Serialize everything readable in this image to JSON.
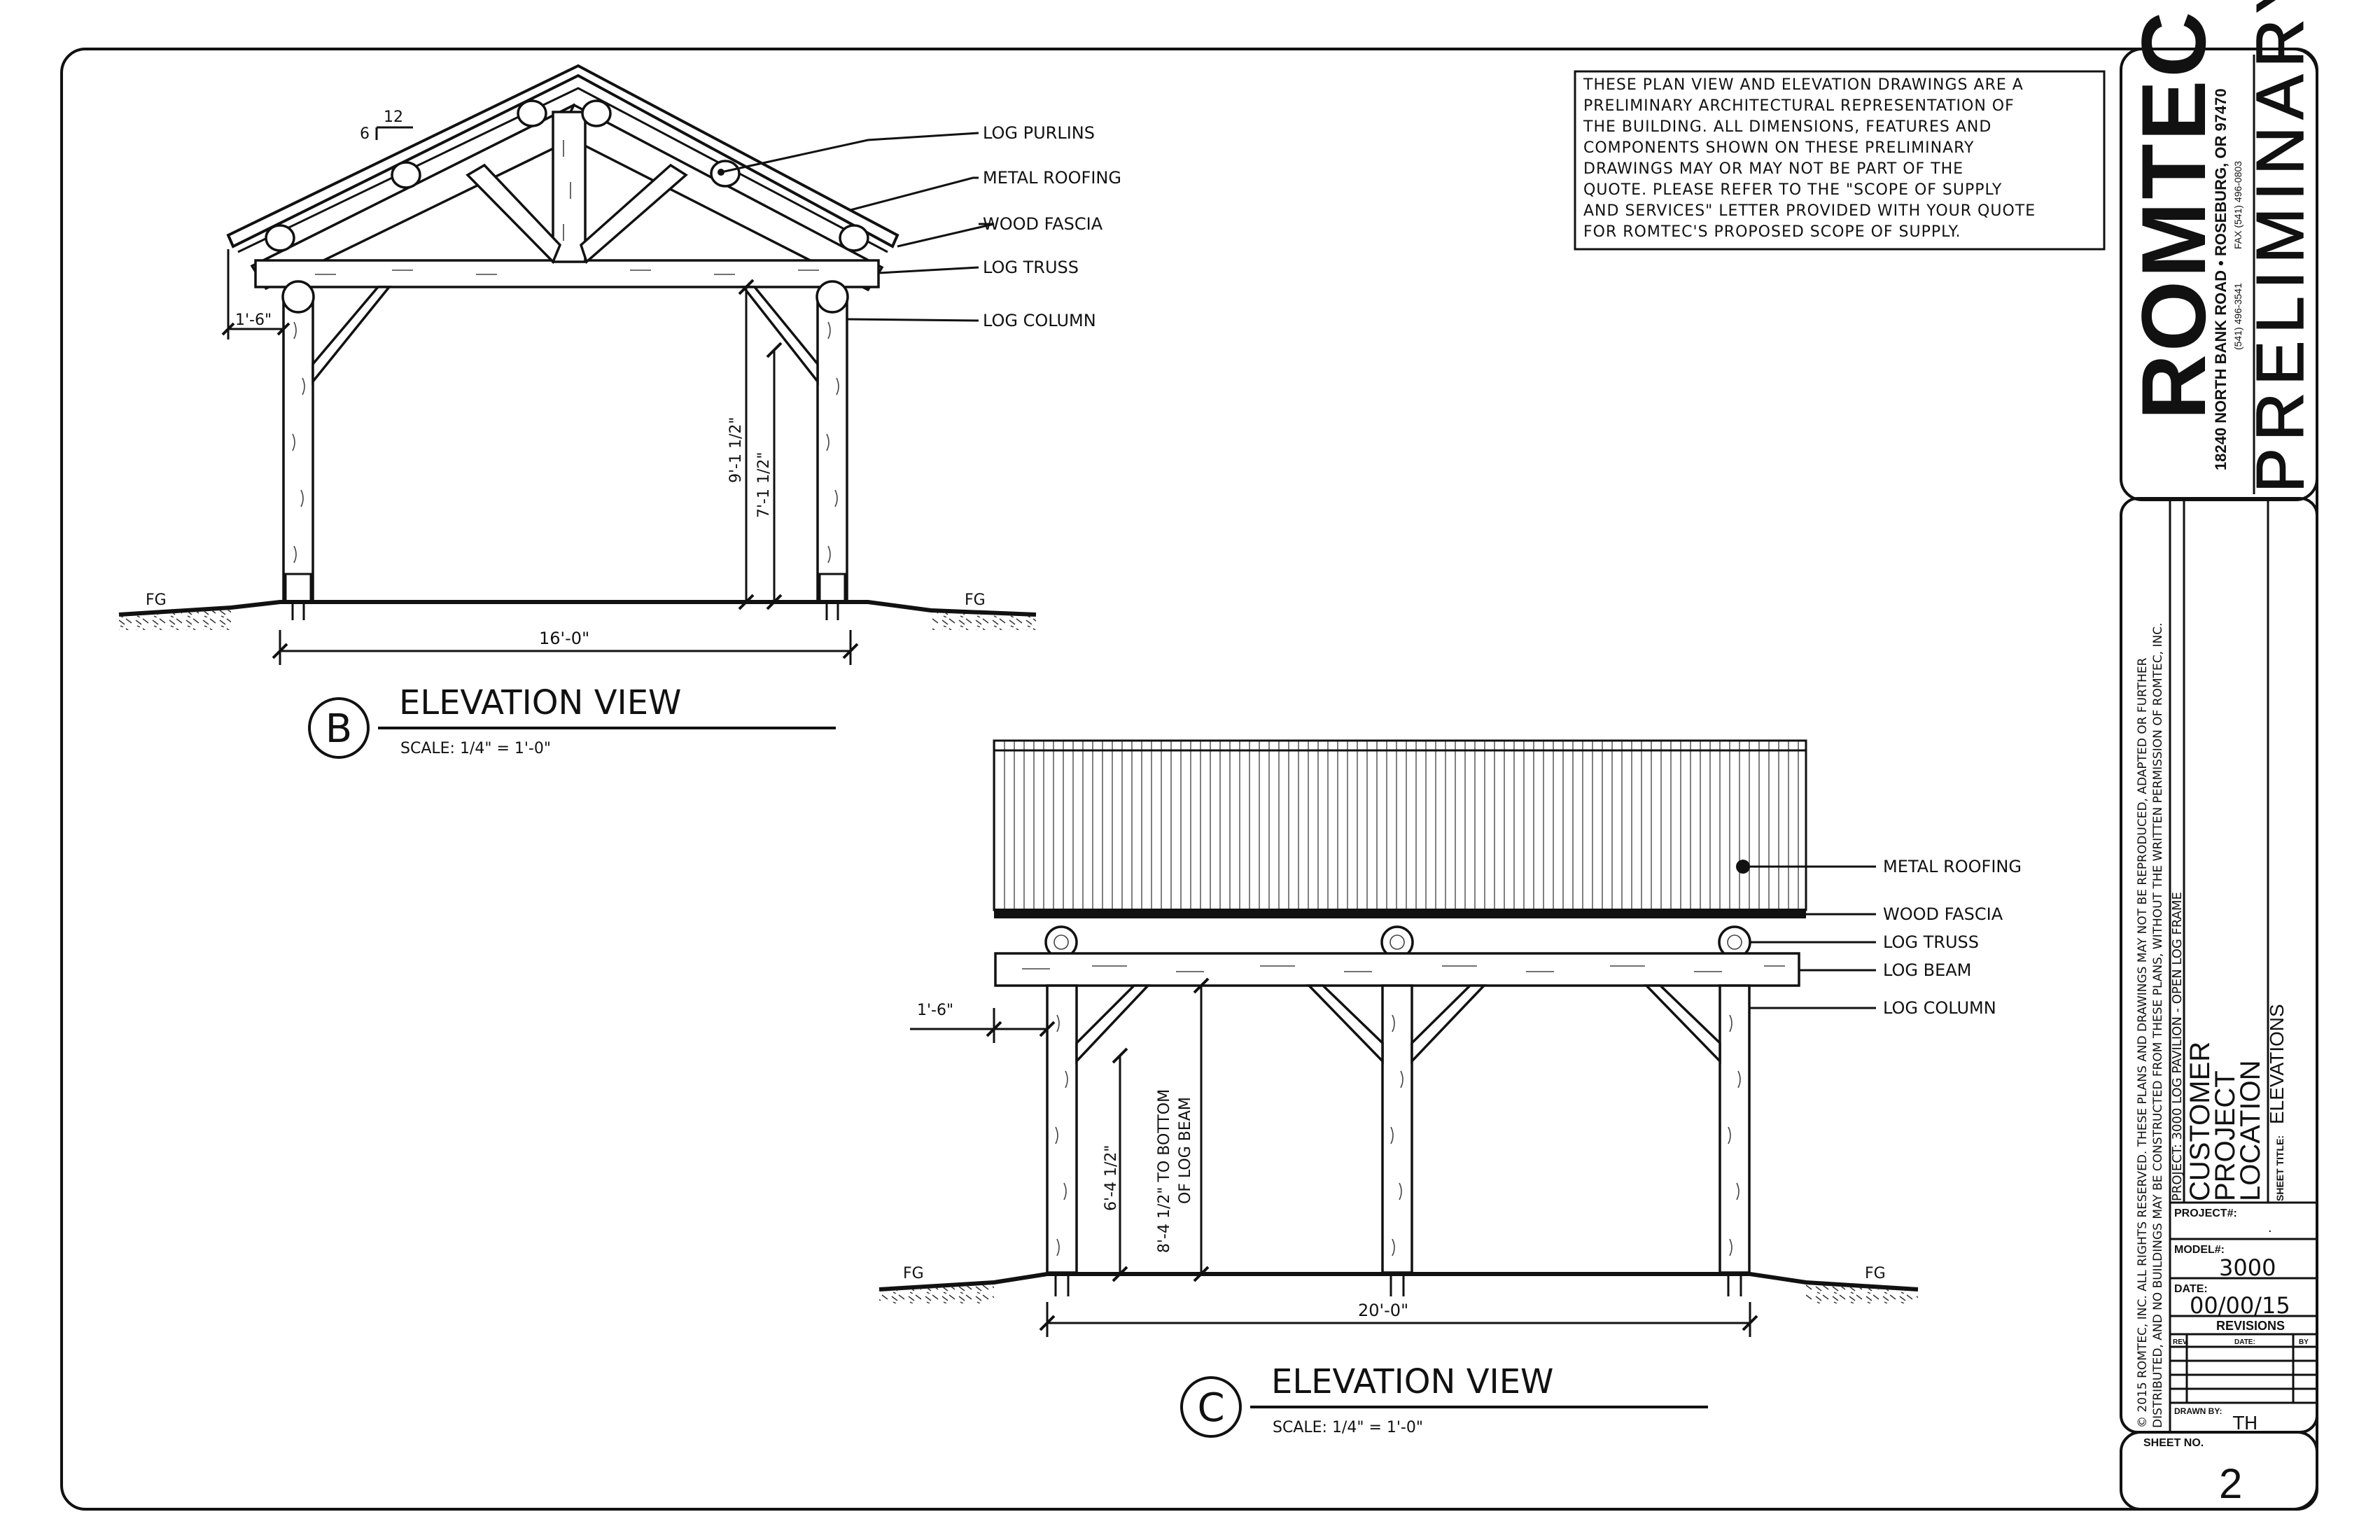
{
  "notes": {
    "lines": [
      "THESE PLAN VIEW AND ELEVATION DRAWINGS ARE A",
      "PRELIMINARY ARCHITECTURAL REPRESENTATION OF",
      "THE BUILDING. ALL DIMENSIONS, FEATURES AND",
      "COMPONENTS SHOWN ON THESE PRELIMINARY",
      "DRAWINGS MAY OR MAY NOT BE PART OF THE",
      "QUOTE. PLEASE REFER TO THE \"SCOPE OF SUPPLY",
      "AND SERVICES\" LETTER PROVIDED WITH YOUR QUOTE",
      "FOR ROMTEC'S PROPOSED SCOPE OF SUPPLY."
    ]
  },
  "view_b": {
    "letter": "B",
    "title": "ELEVATION VIEW",
    "scale": "SCALE: 1/4\" = 1'-0\"",
    "labels": {
      "purlins": "LOG PURLINS",
      "roofing": "METAL ROOFING",
      "fascia": "WOOD FASCIA",
      "truss": "LOG TRUSS",
      "column": "LOG COLUMN"
    },
    "pitch_run": "12",
    "pitch_rise": "6",
    "overhang": "1'-6\"",
    "height_total": "9'-1 1/2\"",
    "height_clear": "7'-1 1/2\"",
    "width": "16'-0\"",
    "fg_left": "FG",
    "fg_right": "FG"
  },
  "view_c": {
    "letter": "C",
    "title": "ELEVATION VIEW",
    "scale": "SCALE: 1/4\" = 1'-0\"",
    "labels": {
      "roofing": "METAL ROOFING",
      "fascia": "WOOD FASCIA",
      "truss": "LOG TRUSS",
      "beam": "LOG BEAM",
      "column": "LOG COLUMN"
    },
    "overhang": "1'-6\"",
    "height_clear": "6'-4 1/2\"",
    "height_beam_line1": "8'-4 1/2\" TO BOTTOM",
    "height_beam_line2": "OF LOG BEAM",
    "width": "20'-0\"",
    "fg_left": "FG",
    "fg_right": "FG"
  },
  "title_block": {
    "company": "ROMTEC",
    "address": "18240 NORTH BANK ROAD • ROSEBURG, OR 97470",
    "phone": "(541) 496-3541",
    "fax": "FAX (541) 496-0803",
    "watermark": "PRELIMINARY",
    "copyright_line1": "© 2015 ROMTEC, INC.  ALL RIGHTS RESERVED.  THESE PLANS AND DRAWINGS MAY NOT BE REPRODUCED, ADAPTED OR FURTHER",
    "copyright_line2": "DISTRIBUTED, AND NO BUILDINGS MAY BE CONSTRUCTED FROM THESE PLANS, WITHOUT THE WRITTEN PERMISSION OF ROMTEC, INC.",
    "project": "PROJECT: 3000 LOG PAVILION - OPEN LOG FRAME",
    "customer": "CUSTOMER",
    "project_word": "PROJECT",
    "location": "LOCATION",
    "sheet_title_label": "SHEET TITLE:",
    "sheet_title": "ELEVATIONS",
    "project_no_label": "PROJECT#:",
    "project_no": ".",
    "model_label": "MODEL#:",
    "model": "3000",
    "date_label": "DATE:",
    "date": "00/00/15",
    "revisions_label": "REVISIONS",
    "rev_col": "REV.",
    "date_col": "DATE:",
    "by_col": "BY",
    "drawn_by_label": "DRAWN BY:",
    "drawn_by": "TH",
    "sheet_no_label": "SHEET NO.",
    "sheet_no": "2"
  }
}
